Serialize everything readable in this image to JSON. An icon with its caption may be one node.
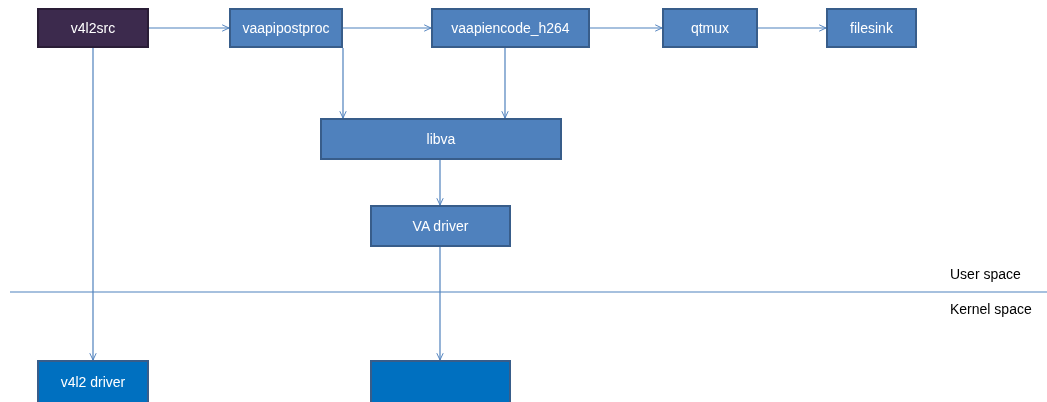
{
  "diagram": {
    "nodes": [
      {
        "text": [
          "v4l2src"
        ]
      },
      {
        "text": [
          "vaapipostproc"
        ]
      },
      {
        "text": [
          "vaapiencode_h264"
        ]
      },
      {
        "text": [
          "qtmux"
        ]
      },
      {
        "text": [
          "filesink"
        ]
      },
      {
        "text": [
          "libva"
        ]
      },
      {
        "text": [
          "VA driver"
        ]
      },
      {
        "text": [
          "v4l2 driver"
        ]
      },
      {
        "text": [],
        "shape": "box"
      }
    ],
    "edges": [
      {
        "from": 0,
        "to": 1,
        "arrow": "to"
      },
      {
        "from": 1,
        "to": 2,
        "arrow": "to"
      },
      {
        "from": 2,
        "to": 3,
        "arrow": "to"
      },
      {
        "from": 3,
        "to": 4,
        "arrow": "to"
      },
      {
        "from": 1,
        "to": 5,
        "arrow": "to"
      },
      {
        "from": 2,
        "to": 5,
        "arrow": "to"
      },
      {
        "from": 5,
        "to": 6,
        "arrow": "to"
      },
      {
        "from": 6,
        "to": 8,
        "arrow": "to"
      },
      {
        "from": 0,
        "to": 7,
        "arrow": "to"
      }
    ],
    "labels": [
      "User space",
      "Kernel space"
    ]
  }
}
